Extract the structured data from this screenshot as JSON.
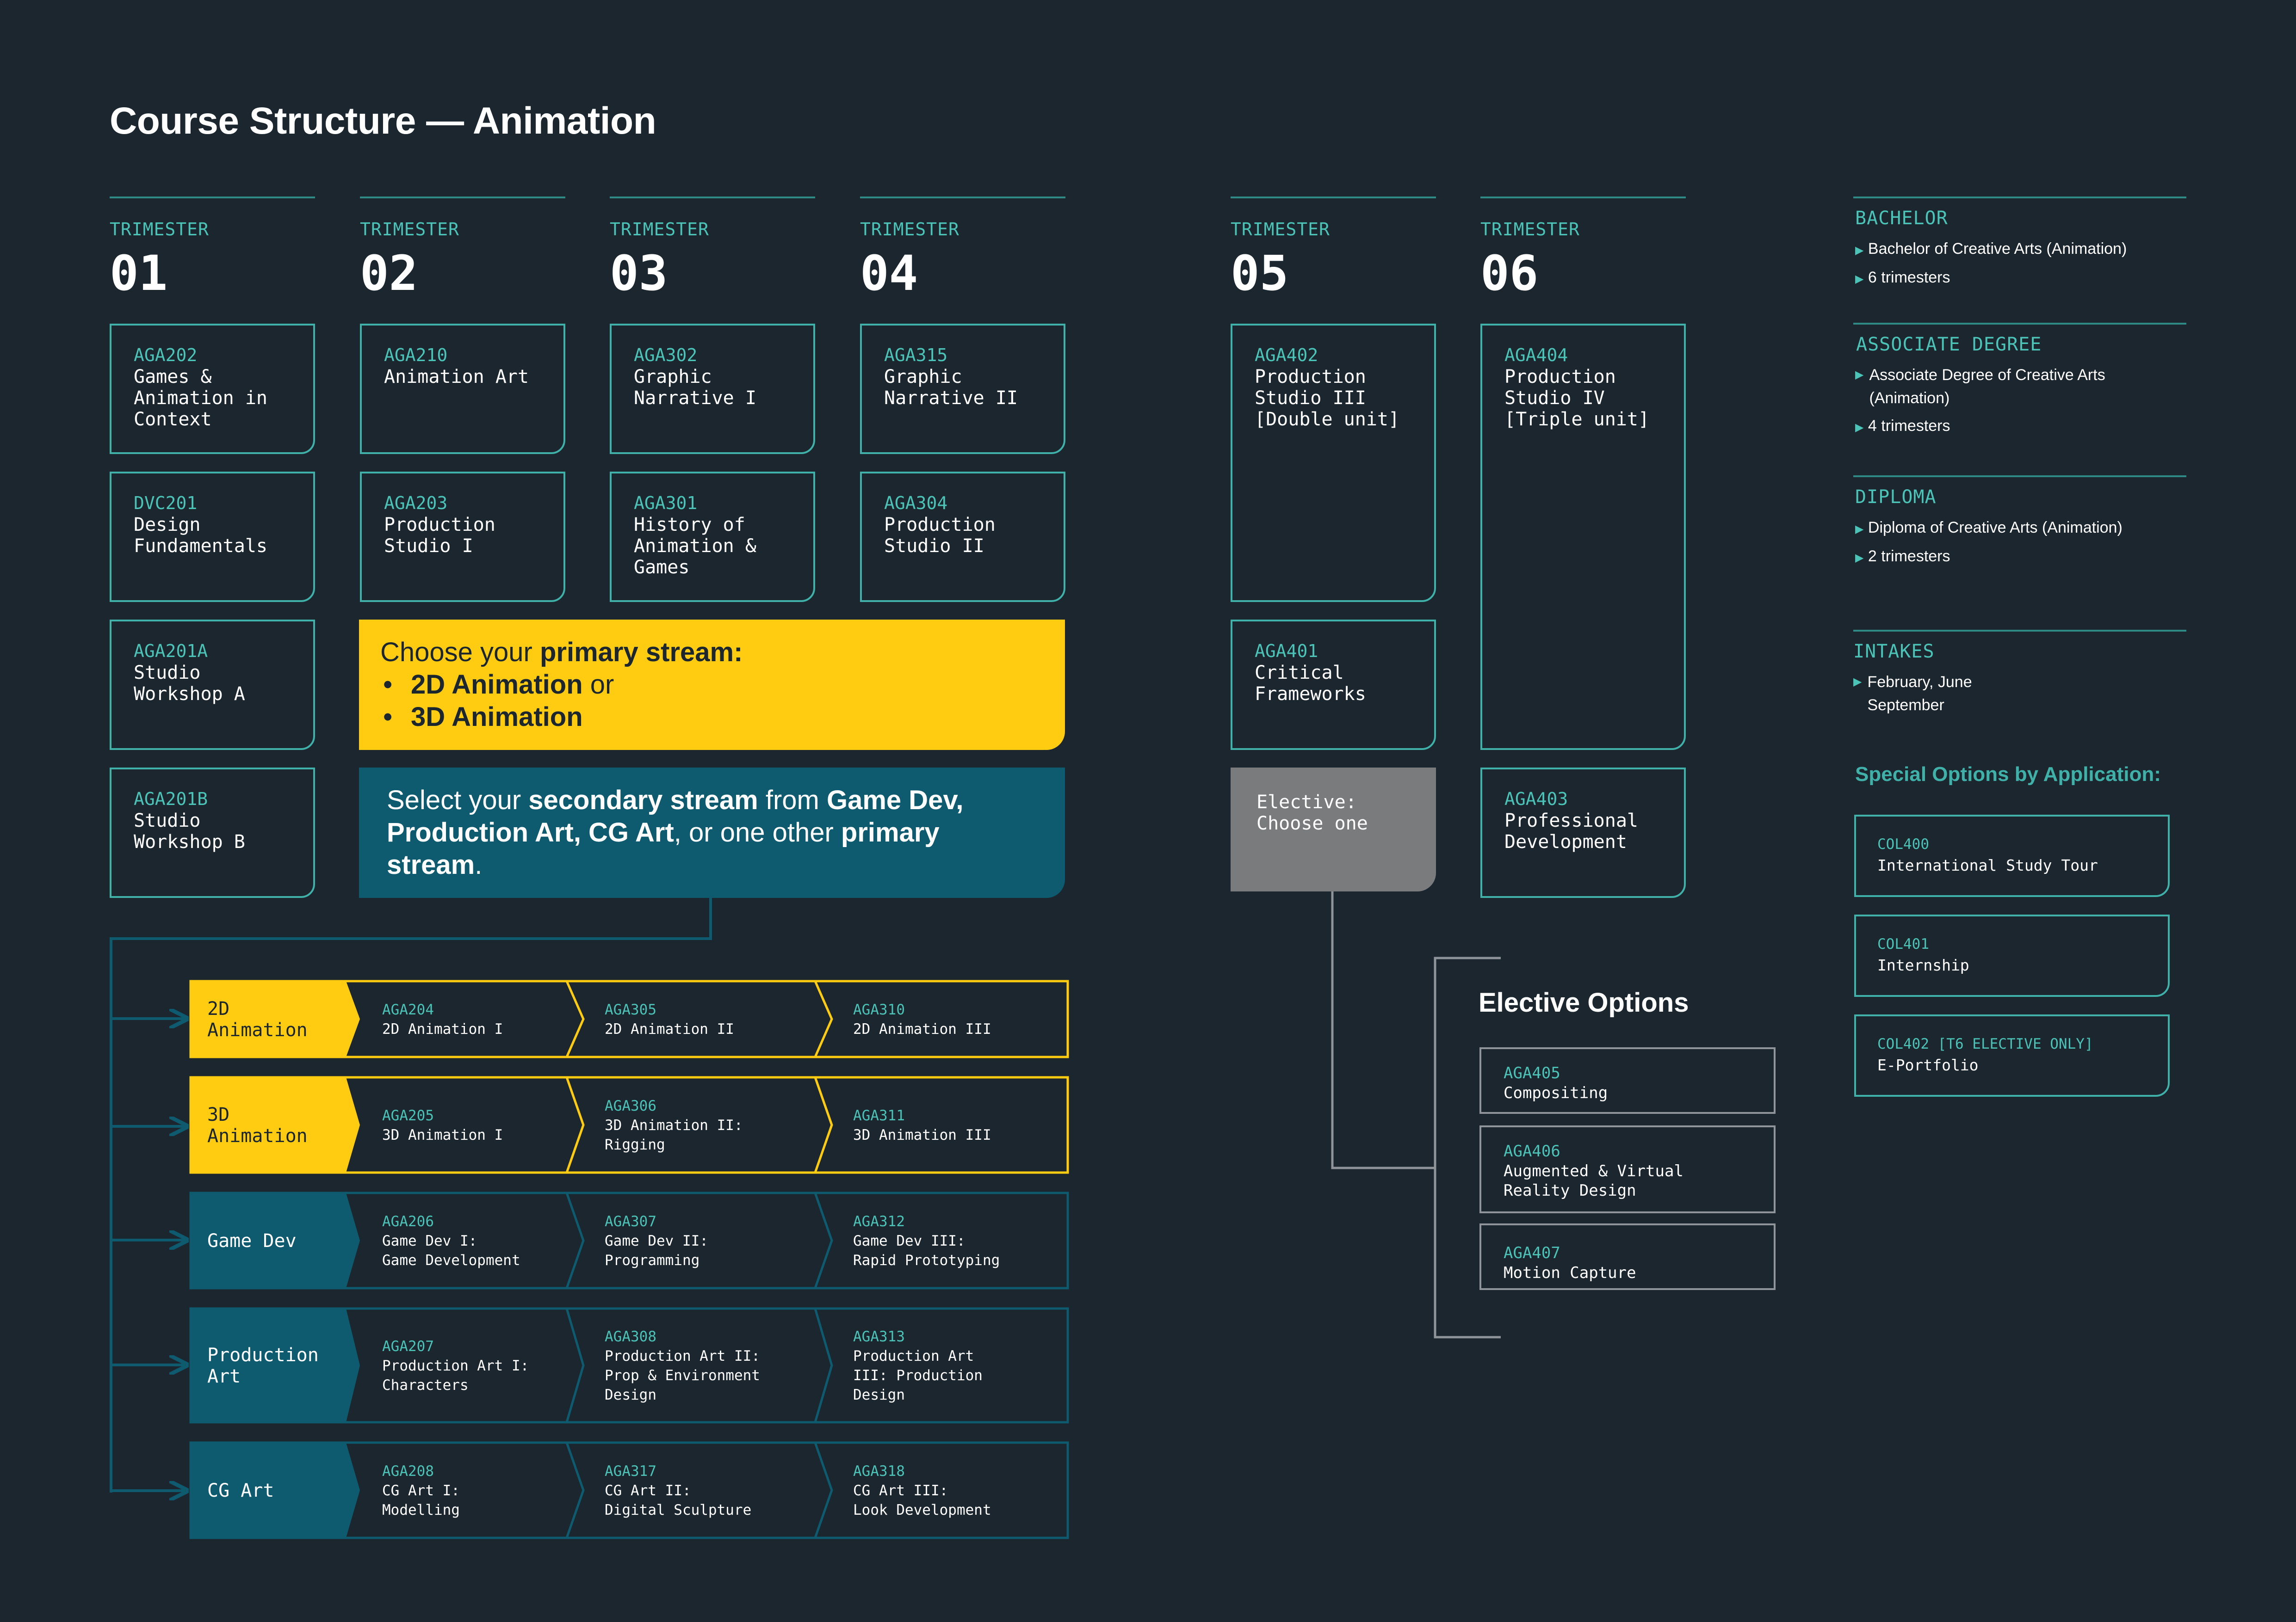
{
  "title": "Course Structure — Animation",
  "trimesters": [
    {
      "label": "TRIMESTER",
      "num": "01"
    },
    {
      "label": "TRIMESTER",
      "num": "02"
    },
    {
      "label": "TRIMESTER",
      "num": "03"
    },
    {
      "label": "TRIMESTER",
      "num": "04"
    },
    {
      "label": "TRIMESTER",
      "num": "05"
    },
    {
      "label": "TRIMESTER",
      "num": "06"
    }
  ],
  "units": {
    "aga202": {
      "code": "AGA202",
      "name": "Games &\nAnimation in\nContext"
    },
    "aga210": {
      "code": "AGA210",
      "name": "Animation Art"
    },
    "aga302": {
      "code": "AGA302",
      "name": "Graphic\nNarrative I"
    },
    "aga315": {
      "code": "AGA315",
      "name": "Graphic\nNarrative II"
    },
    "dvc201": {
      "code": "DVC201",
      "name": "Design\nFundamentals"
    },
    "aga203": {
      "code": "AGA203",
      "name": "Production\nStudio I"
    },
    "aga301": {
      "code": "AGA301",
      "name": "History of\nAnimation &\nGames"
    },
    "aga304": {
      "code": "AGA304",
      "name": "Production\nStudio II"
    },
    "aga201a": {
      "code": "AGA201A",
      "name": "Studio\nWorkshop A"
    },
    "aga201b": {
      "code": "AGA201B",
      "name": "Studio\nWorkshop B"
    },
    "aga402": {
      "code": "AGA402",
      "name": "Production\nStudio III\n[Double unit]"
    },
    "aga404": {
      "code": "AGA404",
      "name": "Production\nStudio IV\n[Triple unit]"
    },
    "aga401": {
      "code": "AGA401",
      "name": "Critical\nFrameworks"
    },
    "aga403": {
      "code": "AGA403",
      "name": "Professional\nDevelopment"
    }
  },
  "primary": {
    "lead": "Choose your ",
    "lead_bold": "primary stream:",
    "opt1": "2D Animation",
    "or": " or",
    "opt2": "3D Animation"
  },
  "secondary": {
    "t1": "Select your ",
    "b1": "secondary stream",
    "t2": " from ",
    "b2": "Game Dev,",
    "b3": "Production Art, CG Art",
    "t3": ", or one other ",
    "b4": "primary",
    "b5": "stream",
    "t4": "."
  },
  "elective": {
    "label": "Elective:\nChoose one"
  },
  "streams": [
    {
      "label": "2D\nAnimation",
      "units": [
        {
          "code": "AGA204",
          "name": "2D Animation I"
        },
        {
          "code": "AGA305",
          "name": "2D Animation II"
        },
        {
          "code": "AGA310",
          "name": "2D Animation III"
        }
      ]
    },
    {
      "label": "3D\nAnimation",
      "units": [
        {
          "code": "AGA205",
          "name": "3D Animation I"
        },
        {
          "code": "AGA306",
          "name": "3D Animation II:\nRigging"
        },
        {
          "code": "AGA311",
          "name": "3D Animation III"
        }
      ]
    },
    {
      "label": "Game Dev",
      "units": [
        {
          "code": "AGA206",
          "name": "Game Dev I:\nGame Development"
        },
        {
          "code": "AGA307",
          "name": "Game Dev II:\nProgramming"
        },
        {
          "code": "AGA312",
          "name": "Game Dev III:\nRapid Prototyping"
        }
      ]
    },
    {
      "label": "Production\nArt",
      "units": [
        {
          "code": "AGA207",
          "name": "Production Art I:\nCharacters"
        },
        {
          "code": "AGA308",
          "name": "Production Art II:\nProp & Environment\nDesign"
        },
        {
          "code": "AGA313",
          "name": "Production Art\nIII: Production\nDesign"
        }
      ]
    },
    {
      "label": "CG Art",
      "units": [
        {
          "code": "AGA208",
          "name": "CG Art I:\nModelling"
        },
        {
          "code": "AGA317",
          "name": "CG Art II:\nDigital Sculpture"
        },
        {
          "code": "AGA318",
          "name": "CG Art III:\nLook Development"
        }
      ]
    }
  ],
  "elective_options": {
    "heading": "Elective Options",
    "items": [
      {
        "code": "AGA405",
        "name": "Compositing"
      },
      {
        "code": "AGA406",
        "name": "Augmented & Virtual\nReality Design"
      },
      {
        "code": "AGA407",
        "name": "Motion Capture"
      }
    ]
  },
  "sidebar": {
    "bachelor": {
      "heading": "BACHELOR",
      "items": [
        "Bachelor of Creative Arts (Animation)",
        "6 trimesters"
      ]
    },
    "associate": {
      "heading": "ASSOCIATE DEGREE",
      "items": [
        "Associate Degree of Creative Arts\n(Animation)",
        "4 trimesters"
      ]
    },
    "diploma": {
      "heading": "DIPLOMA",
      "items": [
        "Diploma of Creative Arts (Animation)",
        "2 trimesters"
      ]
    },
    "intakes": {
      "heading": "INTAKES",
      "items": [
        "February, June\nSeptember"
      ]
    },
    "special": {
      "heading": "Special Options by Application:",
      "items": [
        {
          "code": "COL400",
          "name": "International Study Tour"
        },
        {
          "code": "COL401",
          "name": "Internship"
        },
        {
          "code": "COL402 [T6 ELECTIVE ONLY]",
          "name": "E-Portfolio"
        }
      ]
    }
  },
  "colors": {
    "background": "#1b262f",
    "teal": "#3fb1a8",
    "yellow": "#ffcc12",
    "dark_teal": "#0e5a6e",
    "grey": "#7a7b7d"
  }
}
